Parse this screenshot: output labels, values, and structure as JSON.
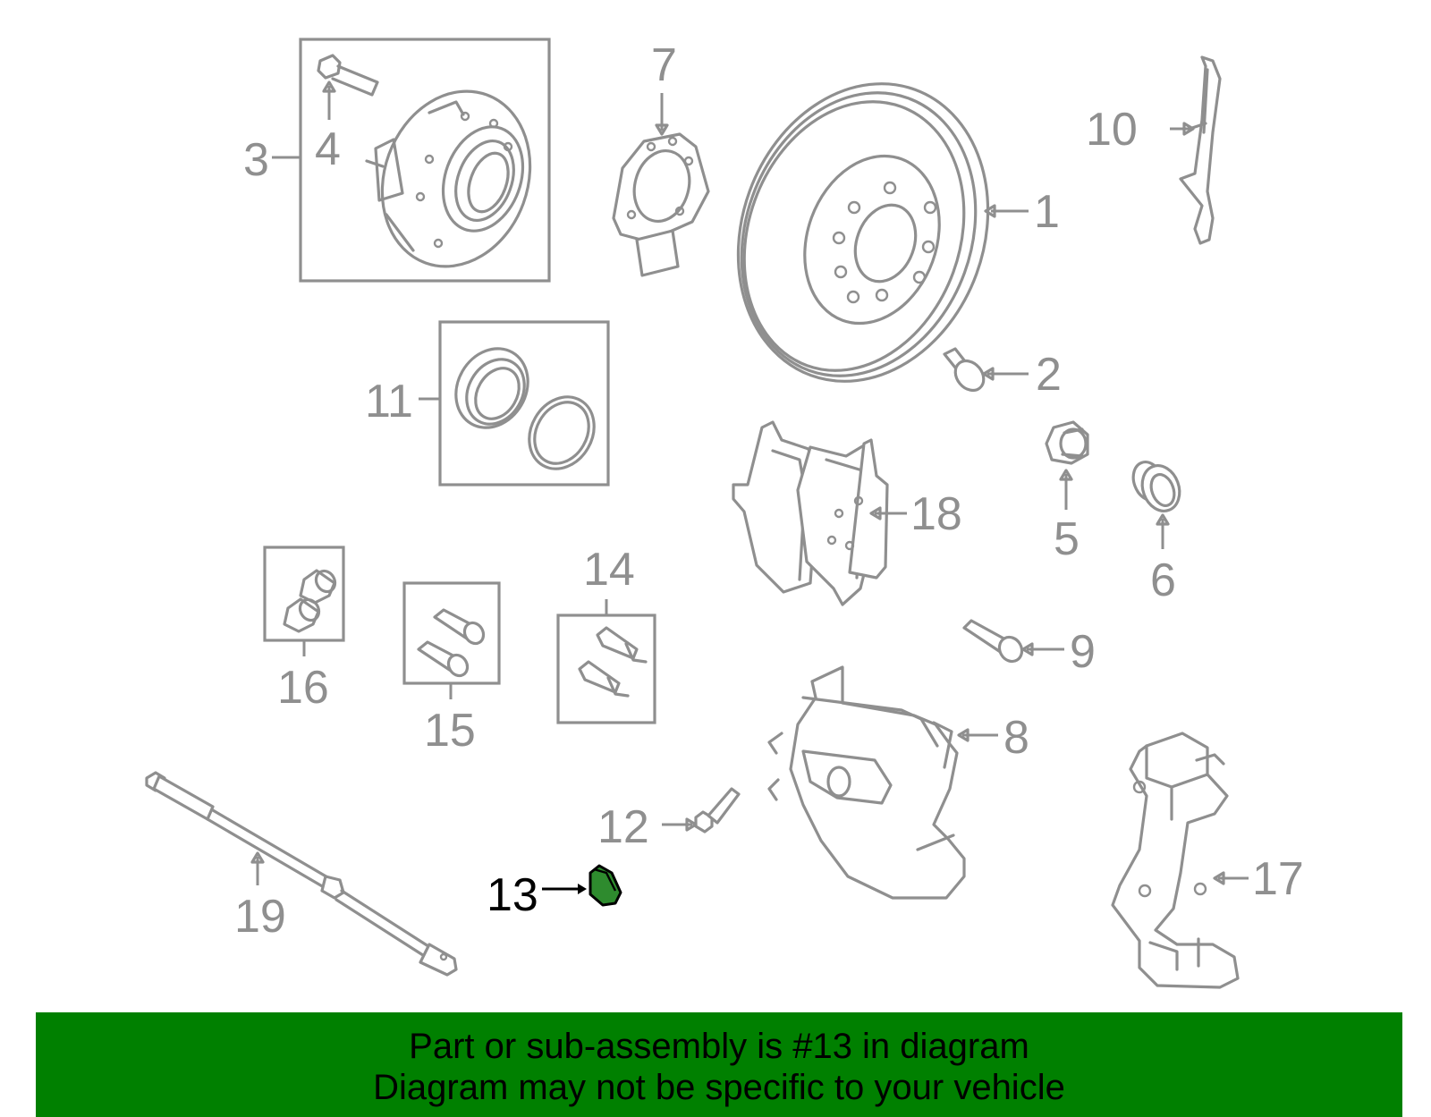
{
  "colors": {
    "line_art": "#8f8f8f",
    "highlight_part": "#2e8b2e",
    "banner_background": "#008000",
    "highlight_text": "#000000"
  },
  "callouts": {
    "c1": "1",
    "c2": "2",
    "c3": "3",
    "c4": "4",
    "c5": "5",
    "c6": "6",
    "c7": "7",
    "c8": "8",
    "c9": "9",
    "c10": "10",
    "c11": "11",
    "c12": "12",
    "c13": "13",
    "c14": "14",
    "c15": "15",
    "c16": "16",
    "c17": "17",
    "c18": "18",
    "c19": "19"
  },
  "highlighted_part": "13",
  "banner": {
    "line1": "Part or sub-assembly is #13 in diagram",
    "line2": "Diagram may not be specific to your vehicle"
  }
}
